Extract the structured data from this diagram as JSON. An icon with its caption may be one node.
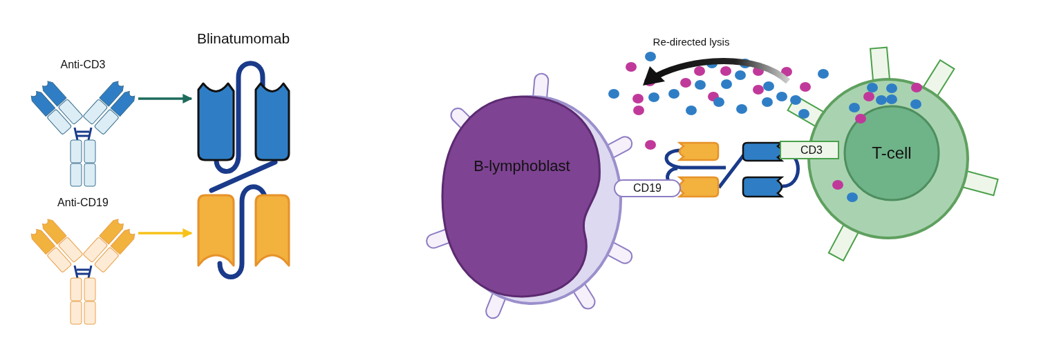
{
  "diagram": {
    "nodes": [
      {
        "text": [
          "Anti-CD3"
        ]
      },
      {
        "text": [
          "Anti-CD19"
        ]
      },
      {
        "text": [
          "Blinatumomab"
        ]
      },
      {
        "text": [],
        "shape": "picture",
        "in": 2
      },
      {
        "text": [],
        "shape": "picture",
        "in": 2
      },
      {
        "text": [
          "B-lymphoblast"
        ]
      },
      {
        "text": [
          "CD19"
        ]
      },
      {
        "text": [
          "T-cell"
        ]
      },
      {
        "text": [
          "CD3"
        ]
      }
    ],
    "edges": [
      {
        "from": 0,
        "to": 3,
        "arrow": "to",
        "color": "#1e6b5c"
      },
      {
        "from": 1,
        "to": 4,
        "arrow": "to",
        "color": "#f7c21a"
      },
      {
        "from": 3,
        "to": 4,
        "arrow": "none",
        "style": "thick",
        "color": "#1a3a8a"
      }
    ],
    "labels": [
      "Re-directed lysis"
    ]
  }
}
